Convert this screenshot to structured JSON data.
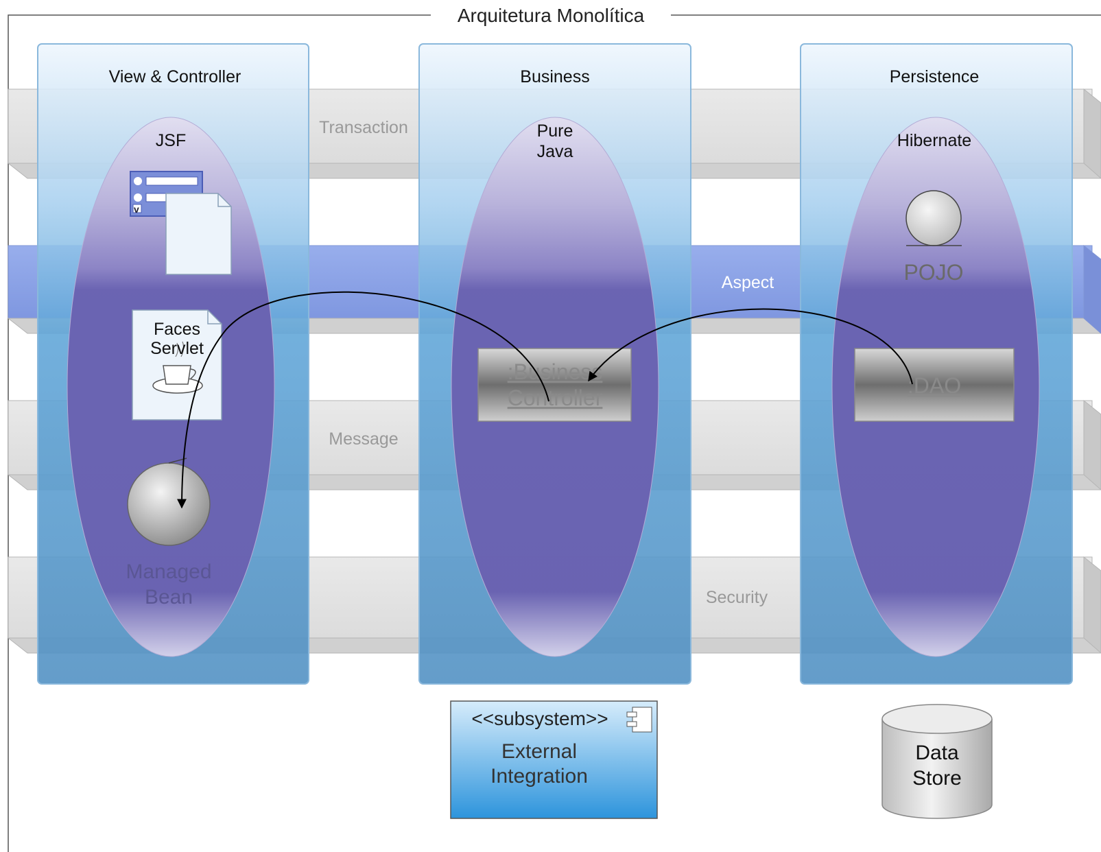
{
  "title": "Arquitetura Monolítica",
  "layers": {
    "view": "View & Controller",
    "business": "Business",
    "persistence": "Persistence"
  },
  "technologies": {
    "jsf": "JSF",
    "pure_java_line1": "Pure",
    "pure_java_line2": "Java",
    "hibernate": "Hibernate"
  },
  "concerns": {
    "transaction": "Transaction",
    "aspect": "Aspect",
    "message": "Message",
    "security": "Security"
  },
  "components": {
    "faces_servlet_line1": "Faces",
    "faces_servlet_line2": "Servlet",
    "managed_bean_line1": "Managed",
    "managed_bean_line2": "Bean",
    "business_controller_line1": ":Business",
    "business_controller_line2": "Controller",
    "dao": ":DAO",
    "pojo": "POJO"
  },
  "external": {
    "stereotype": "<<subsystem>>",
    "name_line1": "External",
    "name_line2": "Integration"
  },
  "datastore": {
    "line1": "Data",
    "line2": "Store"
  },
  "colors": {
    "column": "#5aa3d6",
    "ellipse": "#6a60b0",
    "aspect_band": "#8fa6e6",
    "grey_band": "#e4e4e4",
    "subsystem": "#3b9ee0"
  }
}
